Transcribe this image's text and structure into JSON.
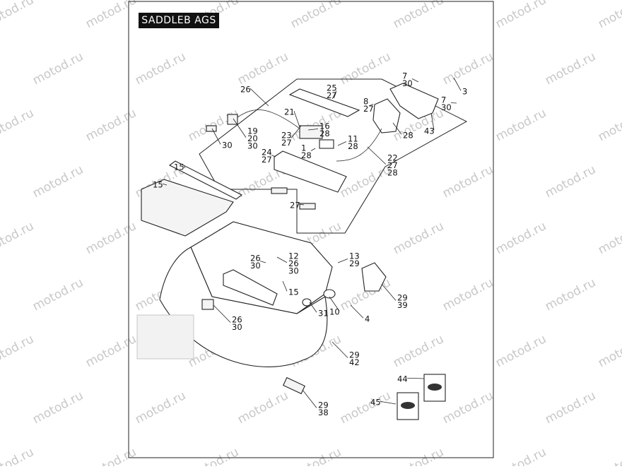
{
  "title": "SADDLEB AGS",
  "watermark": "motod.ru",
  "callouts": [
    {
      "id": "c-7a",
      "lines": [
        "7",
        "30"
      ]
    },
    {
      "id": "c-3",
      "lines": [
        "3"
      ]
    },
    {
      "id": "c-26a",
      "lines": [
        "26"
      ]
    },
    {
      "id": "c-25",
      "lines": [
        "25",
        "27"
      ]
    },
    {
      "id": "c-8",
      "lines": [
        "8",
        "27"
      ]
    },
    {
      "id": "c-7b",
      "lines": [
        "7",
        "30"
      ]
    },
    {
      "id": "c-21",
      "lines": [
        "21"
      ]
    },
    {
      "id": "c-16",
      "lines": [
        "16",
        "28"
      ]
    },
    {
      "id": "c-19",
      "lines": [
        "19",
        "20",
        "30"
      ]
    },
    {
      "id": "c-23",
      "lines": [
        "23",
        "27"
      ]
    },
    {
      "id": "c-28a",
      "lines": [
        "28"
      ]
    },
    {
      "id": "c-43",
      "lines": [
        "43"
      ]
    },
    {
      "id": "c-30a",
      "lines": [
        "30"
      ]
    },
    {
      "id": "c-11",
      "lines": [
        "11",
        "28"
      ]
    },
    {
      "id": "c-1",
      "lines": [
        "1",
        "28"
      ]
    },
    {
      "id": "c-24",
      "lines": [
        "24",
        "27"
      ]
    },
    {
      "id": "c-22",
      "lines": [
        "22",
        "27",
        "28"
      ]
    },
    {
      "id": "c-15a",
      "lines": [
        "15"
      ]
    },
    {
      "id": "c-15b",
      "lines": [
        "15"
      ]
    },
    {
      "id": "c-27",
      "lines": [
        "27"
      ]
    },
    {
      "id": "c-13",
      "lines": [
        "13",
        "29"
      ]
    },
    {
      "id": "c-26b",
      "lines": [
        "26",
        "30"
      ]
    },
    {
      "id": "c-12",
      "lines": [
        "12",
        "26",
        "30"
      ]
    },
    {
      "id": "c-15c",
      "lines": [
        "15"
      ]
    },
    {
      "id": "c-29a",
      "lines": [
        "29",
        "39"
      ]
    },
    {
      "id": "c-31",
      "lines": [
        "31"
      ]
    },
    {
      "id": "c-10",
      "lines": [
        "10"
      ]
    },
    {
      "id": "c-4",
      "lines": [
        "4"
      ]
    },
    {
      "id": "c-26c",
      "lines": [
        "26",
        "30"
      ]
    },
    {
      "id": "c-29b",
      "lines": [
        "29",
        "42"
      ]
    },
    {
      "id": "c-44",
      "lines": [
        "44"
      ]
    },
    {
      "id": "c-45",
      "lines": [
        "45"
      ]
    },
    {
      "id": "c-29c",
      "lines": [
        "29",
        "38"
      ]
    }
  ]
}
